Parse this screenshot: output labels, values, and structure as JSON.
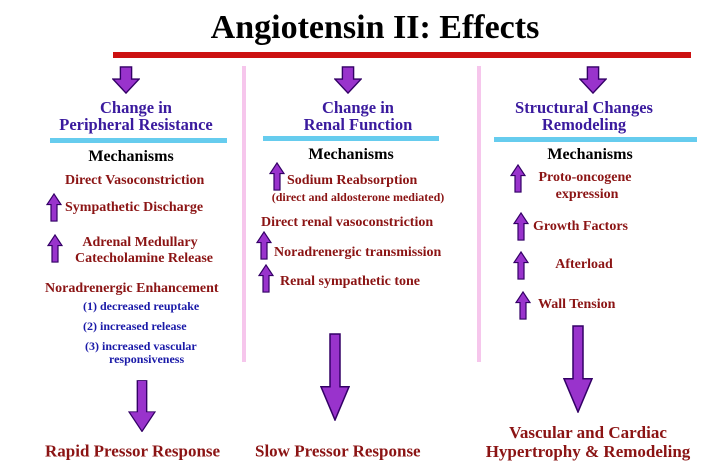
{
  "title": "Angiotensin II: Effects",
  "colors": {
    "arrow": "#9933cc",
    "arrow_outline": "#330066",
    "title_bar": "#cc1111",
    "heading_bar": "#66ccee",
    "divider": "#f6c6ec",
    "heading_text": "#3a1a9e",
    "item_text": "#8b1414",
    "sub_text": "#1a1aa8"
  },
  "columns": [
    {
      "heading": [
        "Change in",
        "Peripheral Resistance"
      ],
      "mechanisms": "Mechanisms",
      "items": [
        "Direct Vasoconstriction",
        "Sympathetic Discharge",
        "Adrenal Medullary",
        "Catecholamine Release",
        "Noradrenergic Enhancement"
      ],
      "sub_items": [
        "(1) decreased reuptake",
        "(2) increased release",
        "(3) increased vascular",
        "responsiveness"
      ],
      "result": [
        "Rapid Pressor Response"
      ]
    },
    {
      "heading": [
        "Change in",
        "Renal Function"
      ],
      "mechanisms": "Mechanisms",
      "items": [
        "Sodium Reabsorption",
        "(direct and aldosterone mediated)",
        "Direct renal vasoconstriction",
        "Noradrenergic transmission",
        "Renal sympathetic tone"
      ],
      "result": [
        "Slow Pressor Response"
      ]
    },
    {
      "heading": [
        "Structural Changes",
        "Remodeling"
      ],
      "mechanisms": "Mechanisms",
      "items": [
        "Proto-oncogene",
        "expression",
        "Growth Factors",
        "Afterload",
        "Wall Tension"
      ],
      "result": [
        "Vascular and Cardiac",
        "Hypertrophy & Remodeling"
      ]
    }
  ]
}
